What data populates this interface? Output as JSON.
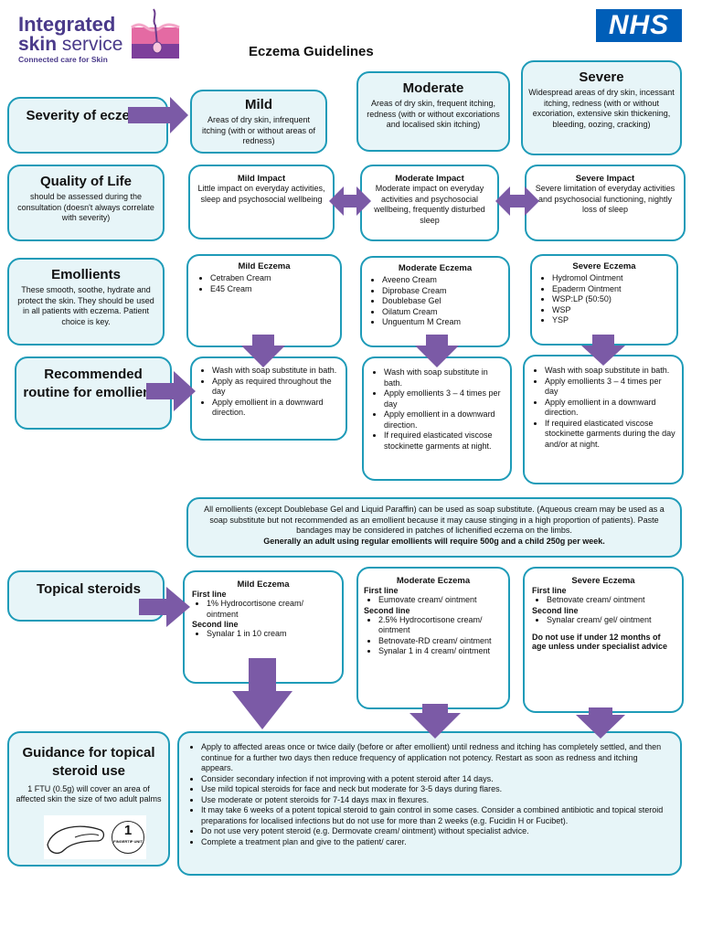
{
  "header": {
    "logo_line1": "Integrated",
    "logo_line2_a": "skin",
    "logo_line2_b": " service",
    "logo_tagline": "Connected care for Skin",
    "nhs_logo": "NHS",
    "title": "Eczema Guidelines"
  },
  "severity": {
    "label": "Severity of eczema",
    "mild": {
      "title": "Mild",
      "text": "Areas of dry skin, infrequent itching (with or without areas of redness)"
    },
    "moderate": {
      "title": "Moderate",
      "text": "Areas of dry skin, frequent itching, redness (with or without excoriations and localised skin itching)"
    },
    "severe": {
      "title": "Severe",
      "text": "Widespread areas of dry skin, incessant itching, redness (with or without excoriation, extensive skin thickening, bleeding, oozing, cracking)"
    }
  },
  "quality": {
    "title": "Quality of Life",
    "text": "should be assessed during the consultation (doesn't always correlate with severity)",
    "mild": {
      "title": "Mild Impact",
      "text": "Little impact on everyday activities, sleep and psychosocial wellbeing"
    },
    "moderate": {
      "title": "Moderate Impact",
      "text": "Moderate impact on everyday activities and psychosocial wellbeing, frequently disturbed sleep"
    },
    "severe": {
      "title": "Severe Impact",
      "text": "Severe limitation of everyday activities and psychosocial functioning, nightly loss of sleep"
    }
  },
  "emollients": {
    "title": "Emollients",
    "text": "These smooth, soothe, hydrate and protect the skin. They should be used in all patients with eczema. Patient choice is key.",
    "mild": {
      "title": "Mild Eczema",
      "items": [
        "Cetraben Cream",
        "E45 Cream"
      ]
    },
    "moderate": {
      "title": "Moderate Eczema",
      "items": [
        "Aveeno Cream",
        "Diprobase Cream",
        "Doublebase Gel",
        "Oilatum Cream",
        "Unguentum M Cream"
      ]
    },
    "severe": {
      "title": "Severe Eczema",
      "items": [
        "Hydromol Ointment",
        "Epaderm Ointment",
        "WSP:LP (50:50)",
        "WSP",
        "YSP"
      ]
    }
  },
  "routine": {
    "title": "Recommended routine for emollients",
    "mild": [
      "Wash with soap substitute in bath.",
      "Apply as required throughout the day",
      "Apply emollient in a downward direction."
    ],
    "moderate": [
      "Wash with soap substitute in bath.",
      "Apply emollients 3 – 4 times per day",
      "Apply emollient in a downward direction.",
      "If required elasticated viscose stockinette garments at night."
    ],
    "severe": [
      "Wash with soap substitute in bath.",
      "Apply emollients 3 – 4 times per day",
      "Apply emollient in a downward direction.",
      "If required elasticated viscose stockinette garments during the day and/or at night."
    ]
  },
  "note": {
    "text": "All emollients (except Doublebase Gel and Liquid Paraffin) can be used as soap substitute. (Aqueous cream may be used as a soap substitute but not recommended as an emollient because it may cause stinging in a high proportion of patients). Paste bandages may be considered in patches of lichenified eczema on the limbs.",
    "bold": "Generally an adult using regular emollients will require 500g and a child 250g per week."
  },
  "steroids": {
    "title": "Topical steroids",
    "first_line": "First line",
    "second_line": "Second line",
    "mild": {
      "title": "Mild Eczema",
      "first": [
        "1% Hydrocortisone cream/ ointment"
      ],
      "second": [
        "Synalar 1 in 10 cream"
      ]
    },
    "moderate": {
      "title": "Moderate Eczema",
      "first": [
        "Eumovate cream/ ointment"
      ],
      "second": [
        "2.5% Hydrocortisone cream/ ointment",
        "Betnovate-RD cream/ ointment",
        "Synalar  1 in 4 cream/ ointment"
      ]
    },
    "severe": {
      "title": "Severe Eczema",
      "first": [
        "Betnovate cream/ ointment"
      ],
      "second": [
        "Synalar cream/ gel/ ointment"
      ],
      "warning": "Do not use if under 12 months of age unless under specialist advice"
    }
  },
  "guidance": {
    "title": "Guidance for topical steroid use",
    "text": "1 FTU (0.5g) will cover an area of affected skin the size of two adult palms",
    "ftu_badge_num": "1",
    "ftu_badge_text": "FINGERTIP UNIT",
    "items": [
      "Apply to affected areas once or twice daily (before or after emollient) until redness and itching has completely settled, and then continue for a further two days then reduce frequency of application not potency. Restart as soon as redness and itching appears.",
      "Consider secondary infection if not improving with a potent steroid after 14 days.",
      "Use mild topical steroids for face and neck but moderate for 3-5 days during flares.",
      "Use moderate or potent steroids for 7-14 days max in flexures.",
      "It may take 6 weeks of a potent topical steroid to gain control in some cases. Consider a combined antibiotic and topical steroid preparations for localised infections but do not use for more than 2 weeks (e.g. Fucidin H or Fucibet).",
      "Do not use very potent steroid (e.g. Dermovate cream/ ointment) without specialist advice.",
      "Complete a treatment plan and give to the patient/ carer."
    ]
  },
  "colors": {
    "border": "#1e9bb8",
    "tint": "#e7f5f8",
    "arrow": "#7b5aa6",
    "nhs_blue": "#005eb8",
    "brand": "#4a3a8a"
  }
}
